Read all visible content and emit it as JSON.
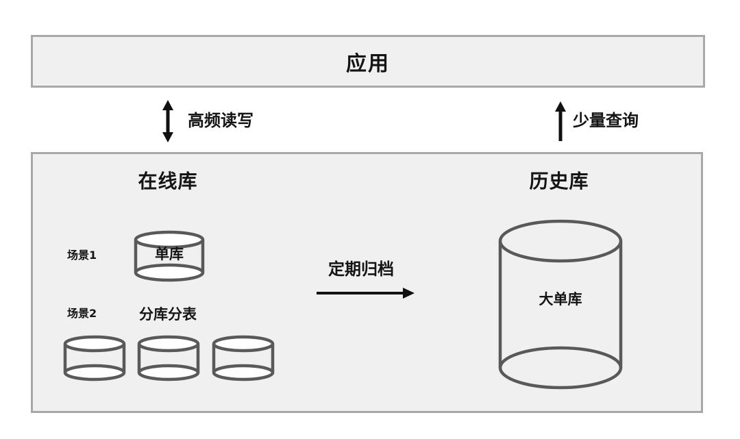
{
  "diagram": {
    "app_layer": {
      "title": "应用"
    },
    "left_link": {
      "label": "高频读写",
      "direction": "bidirectional-vertical"
    },
    "right_link": {
      "label": "少量查询",
      "direction": "up"
    },
    "online_store": {
      "title": "在线库",
      "scenario1_label": "场景1",
      "single_db_label": "单库",
      "scenario2_label": "场景2",
      "sharding_label": "分库分表",
      "shard_cylinder_count": 3
    },
    "archive_link": {
      "label": "定期归档",
      "direction": "right"
    },
    "history_store": {
      "title": "历史库",
      "big_db_label": "大单库"
    }
  },
  "colors": {
    "box_fill": "#f0f0f0",
    "box_border": "#a8a8a8",
    "cylinder_stroke": "#595959",
    "cap_fill": "#ffffff",
    "arrow_color": "#111111"
  }
}
